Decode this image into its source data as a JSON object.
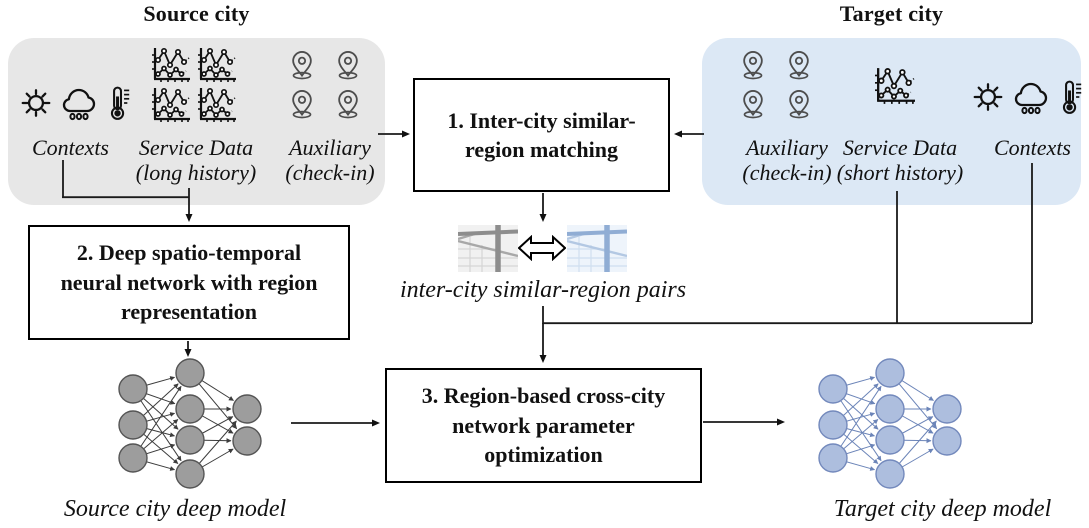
{
  "titles": {
    "source_city": "Source city",
    "target_city": "Target city"
  },
  "source_panel": {
    "contexts": "Contexts",
    "service_data": "Service Data (long history)",
    "auxiliary": "Auxiliary (check-in)"
  },
  "target_panel": {
    "auxiliary": "Auxiliary (check-in)",
    "service_data": "Service Data (short history)",
    "contexts": "Contexts"
  },
  "steps": {
    "step1": "1. Inter-city similar-region matching",
    "step2": "2. Deep spatio-temporal neural network with region representation",
    "step3": "3. Region-based cross-city network parameter optimization"
  },
  "captions": {
    "region_pairs": "inter-city similar-region pairs",
    "source_model": "Source city deep model",
    "target_model": "Target city deep model"
  },
  "icons": {
    "contexts": [
      "sun-icon",
      "rain-cloud-icon",
      "thermometer-icon"
    ],
    "service_data": "line-chart-icon",
    "auxiliary": "map-pin-icon",
    "region_pair_left": "gray-map-thumbnail",
    "region_pair_right": "blue-map-thumbnail",
    "matching": "double-arrow-icon"
  },
  "colors": {
    "source_panel_bg": "#e7e7e7",
    "target_panel_bg": "#dce8f5",
    "source_node_fill": "#9d9d9d",
    "target_node_fill": "#adbede",
    "gray_map_road": "#8d8d8d",
    "blue_map_road": "#90add4",
    "line_color": "#1a1a1a"
  }
}
